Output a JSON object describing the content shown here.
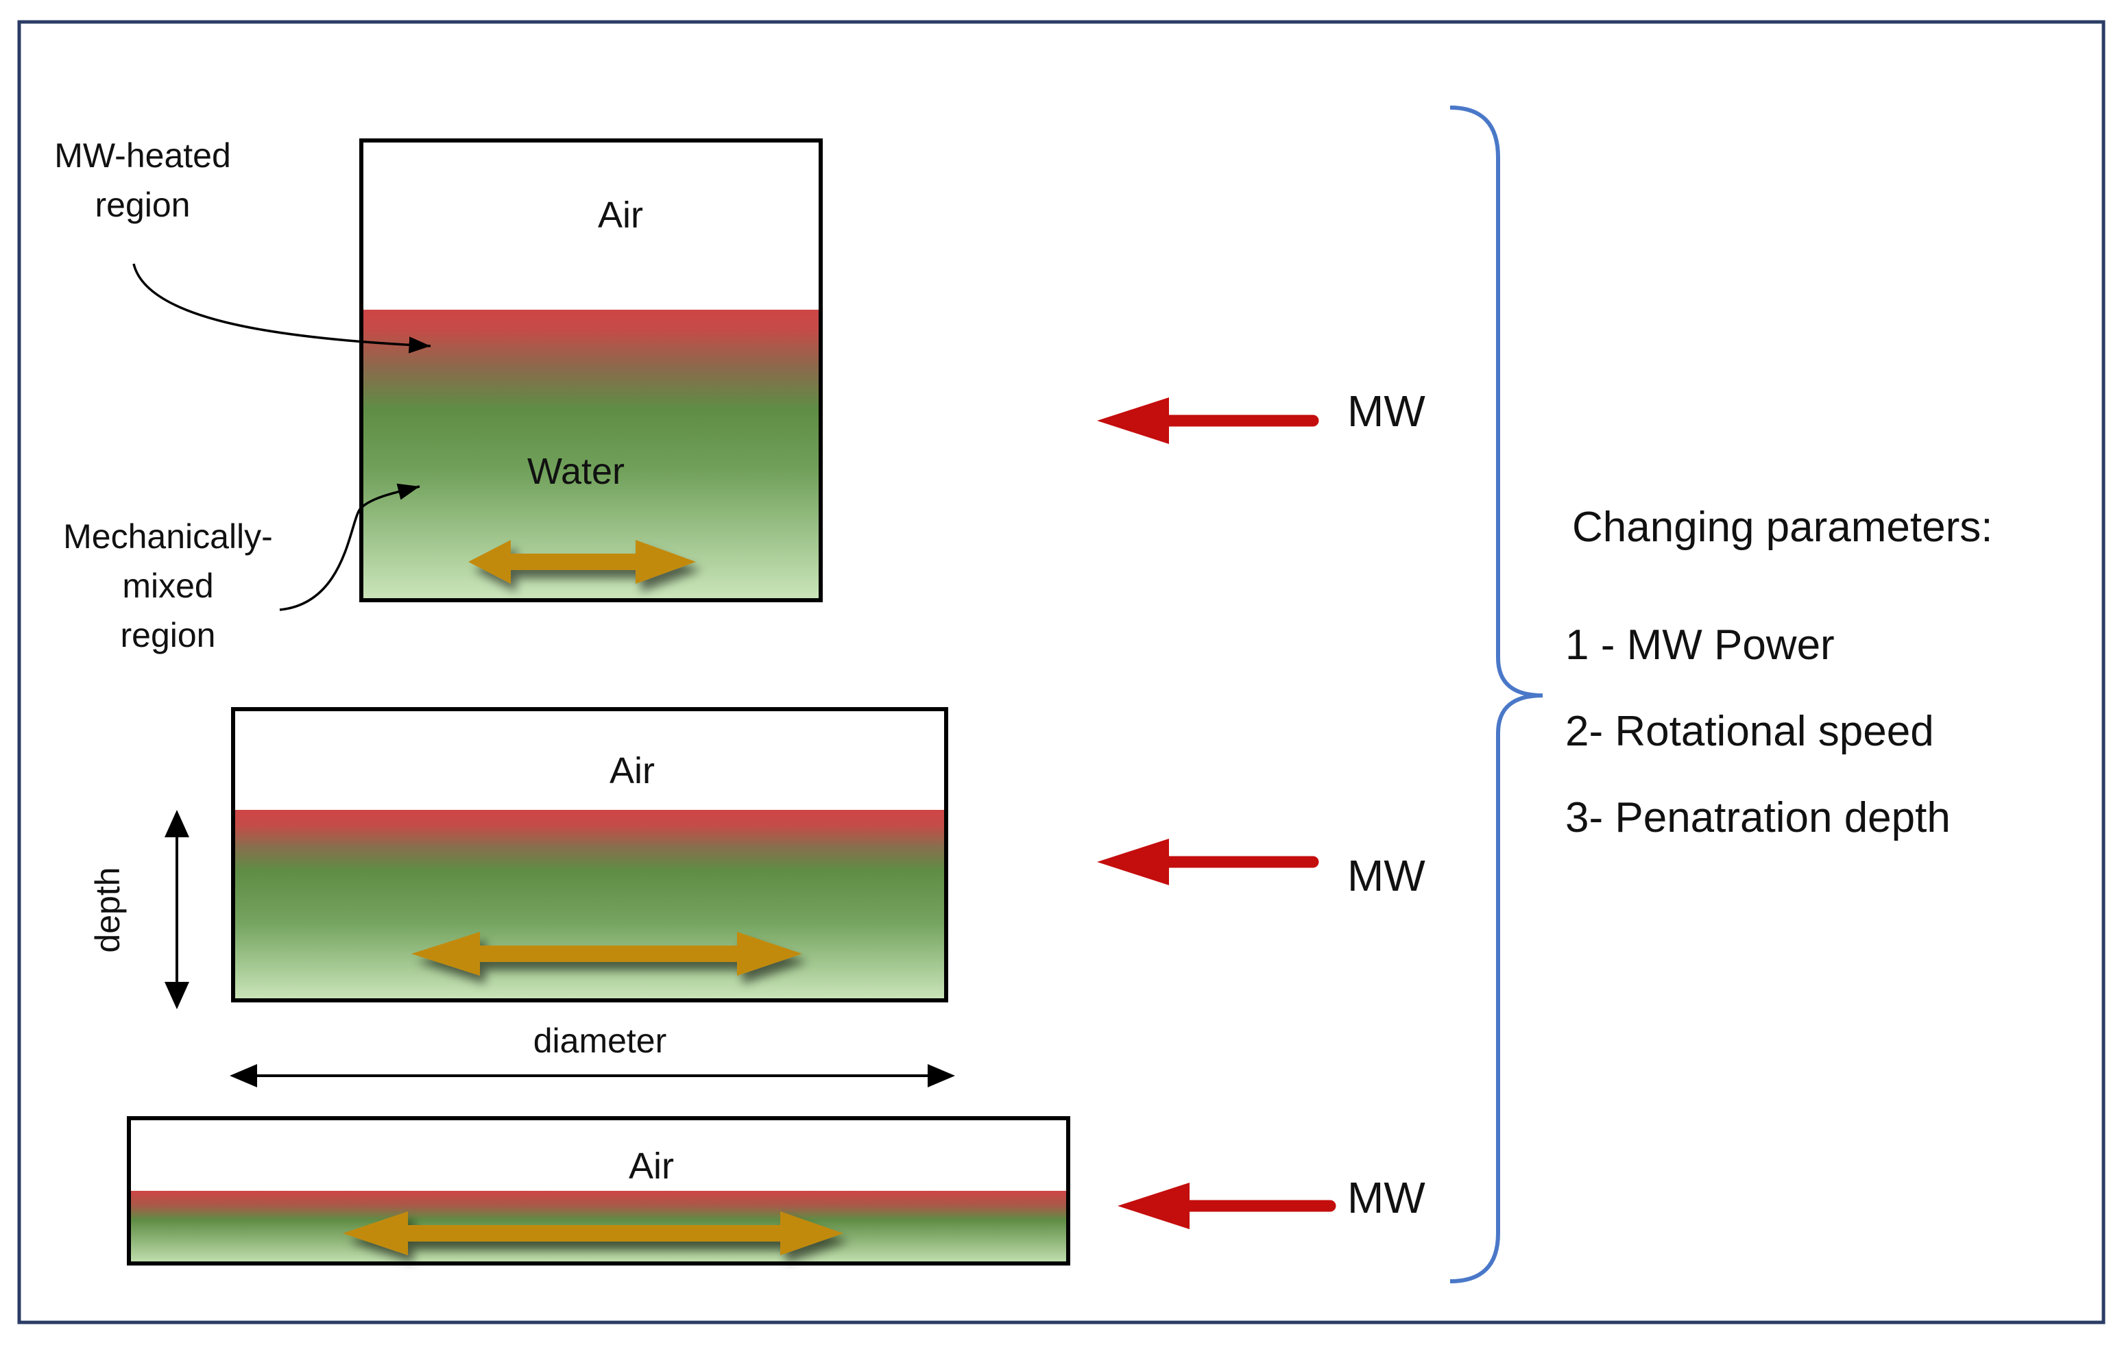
{
  "labels": {
    "air": "Air",
    "water": "Water",
    "mw": "MW",
    "mw_heated_line1": "MW-heated",
    "mw_heated_line2": "region",
    "mech_line1": "Mechanically-",
    "mech_line2": "mixed",
    "mech_line3": "region",
    "depth": "depth",
    "diameter": "diameter"
  },
  "parameters": {
    "title": "Changing parameters:",
    "items": [
      "1 - MW Power",
      "2- Rotational speed",
      "3- Penatration depth"
    ]
  },
  "colors": {
    "frame_border": "#2b3d66",
    "container_border": "#000000",
    "heated_layer": "#c94a4a",
    "water_top": "#5d8f44",
    "water_bottom": "#c7e3b6",
    "mix_arrow": "#c28a0e",
    "mw_arrow": "#c40d0d",
    "brace": "#4a78c8"
  }
}
